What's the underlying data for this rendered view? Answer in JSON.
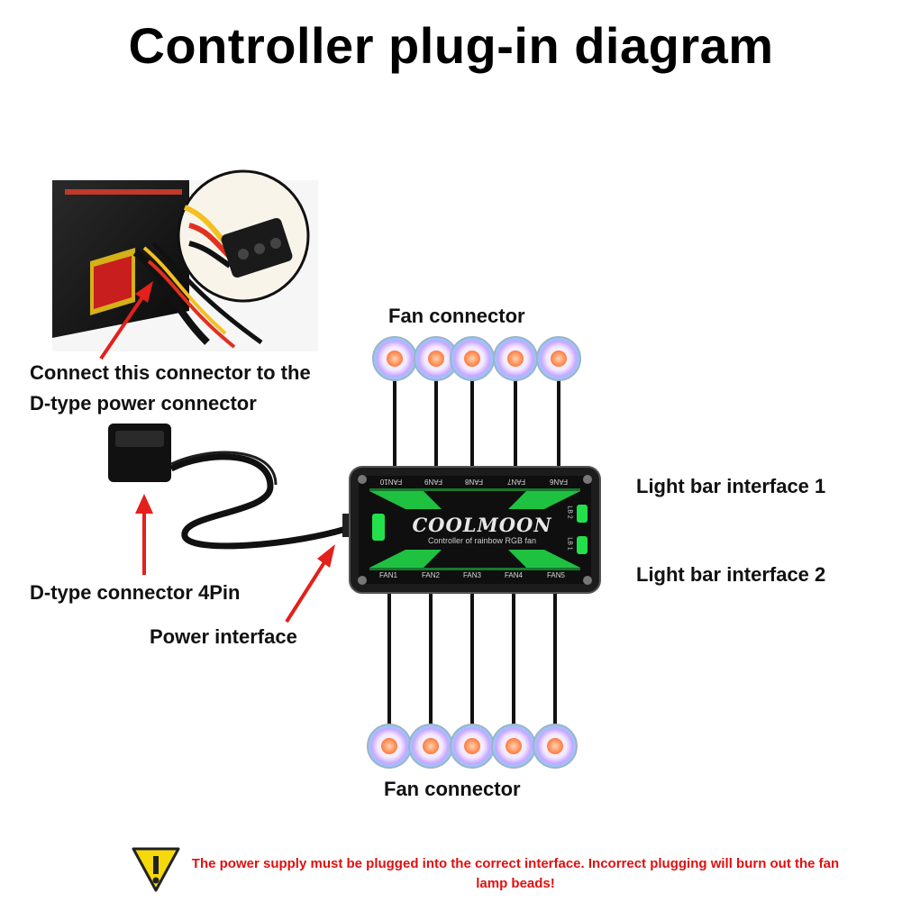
{
  "title": "Controller plug-in diagram",
  "labels": {
    "fan_connector_top": "Fan connector",
    "fan_connector_bottom": "Fan connector",
    "connect_line1": "Connect this connector to the",
    "connect_line2": "D-type power connector",
    "dtype_4pin": "D-type connector 4Pin",
    "power_interface": "Power interface",
    "light_bar_1": "Light bar interface 1",
    "light_bar_2": "Light bar interface 2"
  },
  "controller": {
    "brand": "COOLMOON",
    "subtitle": "Controller of rainbow RGB fan",
    "top_ports": [
      "FAN10",
      "FAN9",
      "FAN8",
      "FAN7",
      "FAN6"
    ],
    "bottom_ports": [
      "FAN1",
      "FAN2",
      "FAN3",
      "FAN4",
      "FAN5"
    ],
    "light_ports": [
      "LB 2",
      "LB 1"
    ]
  },
  "warning": {
    "text": "The power supply must be plugged into the correct interface. Incorrect plugging will burn out the fan lamp beads!",
    "icon": "warning-triangle-icon"
  },
  "colors": {
    "arrow": "#e3201b",
    "warning_text": "#e01010",
    "warning_icon": "#f5d90a",
    "controller_body": "#1c1c1c",
    "controller_glow": "#22e04a"
  }
}
